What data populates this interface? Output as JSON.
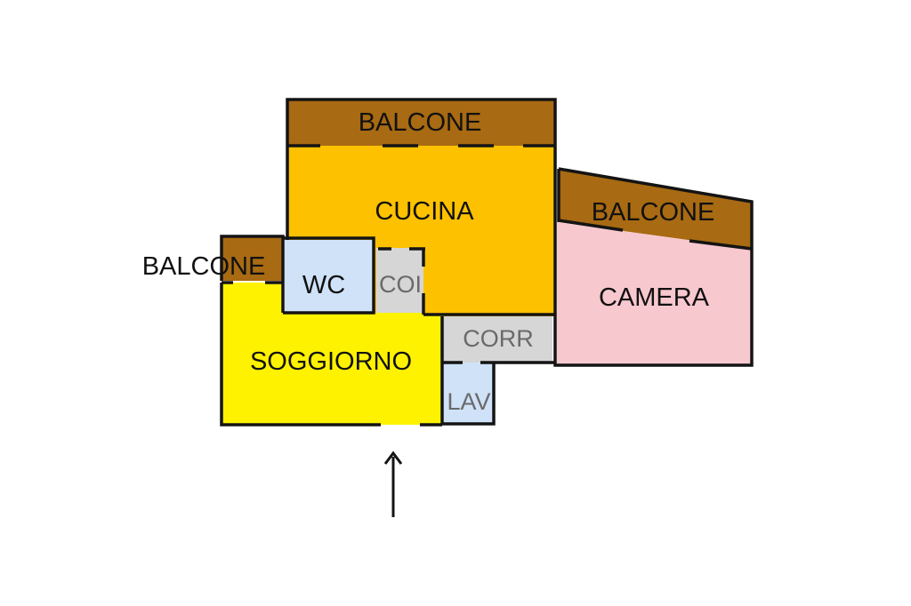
{
  "floorplan": {
    "rooms": [
      {
        "id": "balcone-top",
        "label": "BALCONE",
        "color": "#a86a12"
      },
      {
        "id": "cucina",
        "label": "CUCINA",
        "color": "#fdc100"
      },
      {
        "id": "balcone-right",
        "label": "BALCONE",
        "color": "#a86a12"
      },
      {
        "id": "camera",
        "label": "CAMERA",
        "color": "#f8c8cf"
      },
      {
        "id": "balcone-left",
        "label": "BALCONE",
        "color": "#a86a12"
      },
      {
        "id": "wc",
        "label": "WC",
        "color": "#cfe2f8"
      },
      {
        "id": "cor-small",
        "label": "COI",
        "color": "#d6d6d6"
      },
      {
        "id": "corr",
        "label": "CORR",
        "color": "#d6d6d6"
      },
      {
        "id": "soggiorno",
        "label": "SOGGIORNO",
        "color": "#fff200"
      },
      {
        "id": "lav",
        "label": "LAV",
        "color": "#cfe2f8"
      }
    ],
    "entrance_arrow": "up-arrow-icon",
    "wall_color": "#141414"
  }
}
